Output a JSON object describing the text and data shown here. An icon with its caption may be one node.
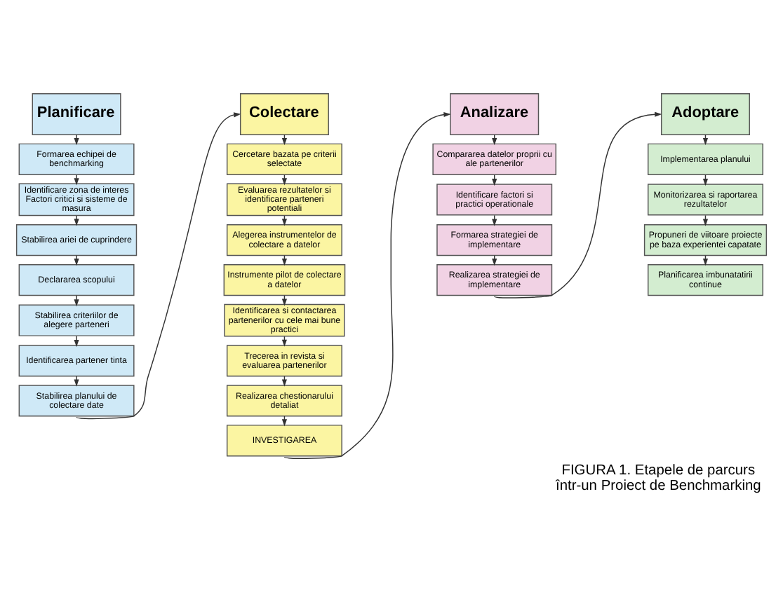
{
  "diagram": {
    "caption": "FIGURA 1. Etapele de parcurs într-un Proiect de Benchmarking",
    "nodes": [
      {
        "text": [
          "Planificare"
        ]
      },
      {
        "text": [
          "Formarea echipei de benchmarking"
        ]
      },
      {
        "text": [
          "Identificare zona de interes Factori critici si sisteme de masura"
        ]
      },
      {
        "text": [
          "Stabilirea ariei de cuprindere"
        ]
      },
      {
        "text": [
          "Declararea scopului"
        ]
      },
      {
        "text": [
          "Stabilirea criteriilor de alegere parteneri"
        ]
      },
      {
        "text": [
          "Identificarea partener tinta"
        ]
      },
      {
        "text": [
          "Stabilirea planului de colectare date"
        ]
      },
      {
        "text": [
          "Colectare"
        ]
      },
      {
        "text": [
          "Cercetare bazata pe criterii selectate"
        ]
      },
      {
        "text": [
          "Evaluarea rezultatelor si identificare parteneri potentiali"
        ]
      },
      {
        "text": [
          "Alegerea instrumentelor de colectare a datelor"
        ]
      },
      {
        "text": [
          "Instrumente pilot de colectare a datelor"
        ]
      },
      {
        "text": [
          "Identificarea si contactarea partenerilor cu cele mai bune practici"
        ]
      },
      {
        "text": [
          "Trecerea in revista si evaluarea partenerilor"
        ]
      },
      {
        "text": [
          "Realizarea chestionarului detaliat"
        ]
      },
      {
        "text": [
          "INVESTIGAREA"
        ]
      },
      {
        "text": [
          "Analizare"
        ]
      },
      {
        "text": [
          "Compararea datelor proprii cu ale partenerilor"
        ]
      },
      {
        "text": [
          "Identificare factori si practici operationale"
        ]
      },
      {
        "text": [
          "Formarea strategiei de implementare"
        ]
      },
      {
        "text": [
          "Realizarea strategiei de implementare"
        ]
      },
      {
        "text": [
          "Adoptare"
        ]
      },
      {
        "text": [
          "Implementarea planului"
        ]
      },
      {
        "text": [
          "Monitorizarea si raportarea rezultatelor"
        ]
      },
      {
        "text": [
          "Propuneri de viitoare proiecte pe baza experientei capatate"
        ]
      },
      {
        "text": [
          "Planificarea imbunatatirii continue"
        ]
      }
    ],
    "edges": [
      {
        "from": 0,
        "to": 1,
        "arrow": "to"
      },
      {
        "from": 1,
        "to": 2,
        "arrow": "to"
      },
      {
        "from": 2,
        "to": 3,
        "arrow": "to"
      },
      {
        "from": 3,
        "to": 4,
        "arrow": "to"
      },
      {
        "from": 4,
        "to": 5,
        "arrow": "to"
      },
      {
        "from": 5,
        "to": 6,
        "arrow": "to"
      },
      {
        "from": 6,
        "to": 7,
        "arrow": "to"
      },
      {
        "from": 7,
        "to": 8,
        "arrow": "to"
      },
      {
        "from": 8,
        "to": 9,
        "arrow": "to"
      },
      {
        "from": 9,
        "to": 10,
        "arrow": "to"
      },
      {
        "from": 10,
        "to": 11,
        "arrow": "to"
      },
      {
        "from": 11,
        "to": 12,
        "arrow": "to"
      },
      {
        "from": 12,
        "to": 13,
        "arrow": "to"
      },
      {
        "from": 13,
        "to": 14,
        "arrow": "to"
      },
      {
        "from": 14,
        "to": 15,
        "arrow": "to"
      },
      {
        "from": 15,
        "to": 16,
        "arrow": "to"
      },
      {
        "from": 16,
        "to": 17,
        "arrow": "to"
      },
      {
        "from": 17,
        "to": 18,
        "arrow": "to"
      },
      {
        "from": 18,
        "to": 19,
        "arrow": "to"
      },
      {
        "from": 19,
        "to": 20,
        "arrow": "to"
      },
      {
        "from": 20,
        "to": 21,
        "arrow": "to"
      },
      {
        "from": 21,
        "to": 22,
        "arrow": "to"
      },
      {
        "from": 22,
        "to": 23,
        "arrow": "to"
      },
      {
        "from": 23,
        "to": 24,
        "arrow": "to"
      },
      {
        "from": 24,
        "to": 25,
        "arrow": "to"
      },
      {
        "from": 25,
        "to": 26,
        "arrow": "to"
      }
    ]
  }
}
